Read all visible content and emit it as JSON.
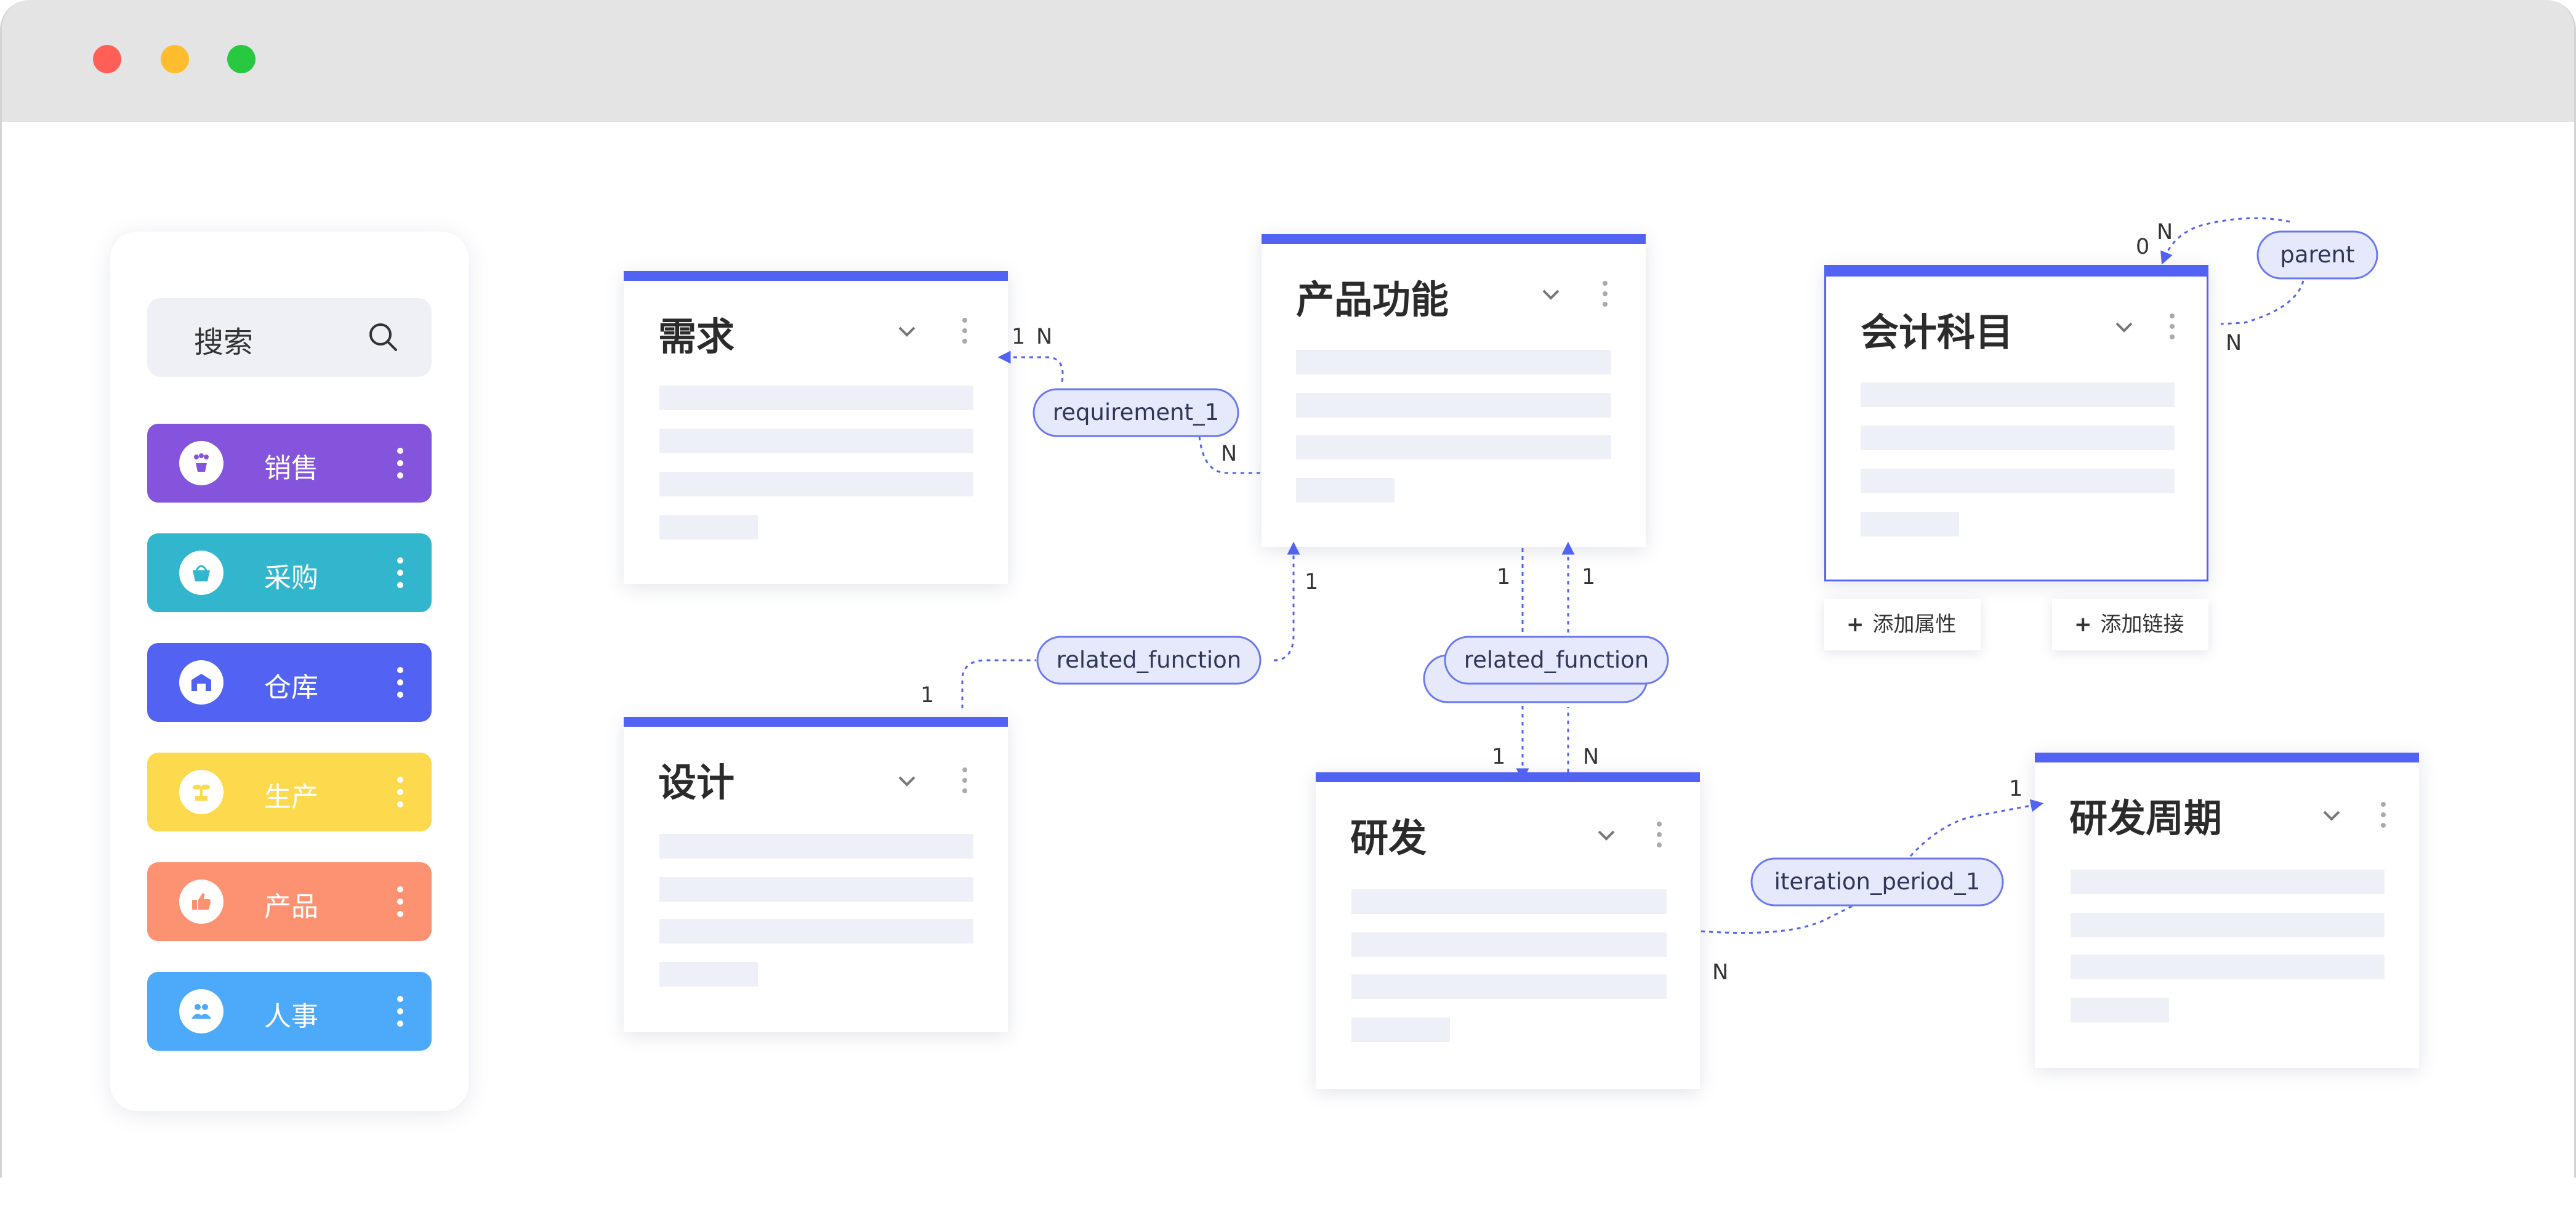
{
  "window": {
    "traffic_lights": {
      "close": "#ff5f57",
      "minimize": "#febc2e",
      "maximize": "#28c840"
    }
  },
  "sidebar": {
    "search": {
      "label": "搜索",
      "icon": "search-icon"
    },
    "items": [
      {
        "label": "销售",
        "color": "#8454dc",
        "icon": "flower-pot-icon"
      },
      {
        "label": "采购",
        "color": "#32b6cd",
        "icon": "basket-icon"
      },
      {
        "label": "仓库",
        "color": "#5262f2",
        "icon": "warehouse-icon"
      },
      {
        "label": "生产",
        "color": "#fdd94d",
        "icon": "plant-icon"
      },
      {
        "label": "产品",
        "color": "#fd9272",
        "icon": "thumbs-up-icon"
      },
      {
        "label": "人事",
        "color": "#4da9f9",
        "icon": "people-icon"
      }
    ]
  },
  "entities": {
    "requirement": {
      "title": "需求"
    },
    "product_function": {
      "title": "产品功能"
    },
    "accounting_subject": {
      "title": "会计科目"
    },
    "design": {
      "title": "设计"
    },
    "rnd": {
      "title": "研发"
    },
    "rnd_cycle": {
      "title": "研发周期"
    }
  },
  "actions": {
    "add_attribute": "添加属性",
    "add_link": "添加链接"
  },
  "relations": {
    "requirement_1": {
      "label": "requirement_1",
      "from_card": "1",
      "from_card2": "N",
      "to_card": "N"
    },
    "related_function_design": {
      "label": "related_function",
      "design_card": "1",
      "function_card": "1"
    },
    "related_function_rnd": {
      "label": "related_function",
      "top_left": "1",
      "top_right": "1",
      "bottom_left": "1",
      "bottom_right": "N"
    },
    "parent": {
      "label": "parent",
      "zero": "0",
      "n_top": "N",
      "n_bottom": "N"
    },
    "iteration_period_1": {
      "label": "iteration_period_1",
      "target": "1",
      "source": "N"
    }
  },
  "accent_color": "#5262f2"
}
